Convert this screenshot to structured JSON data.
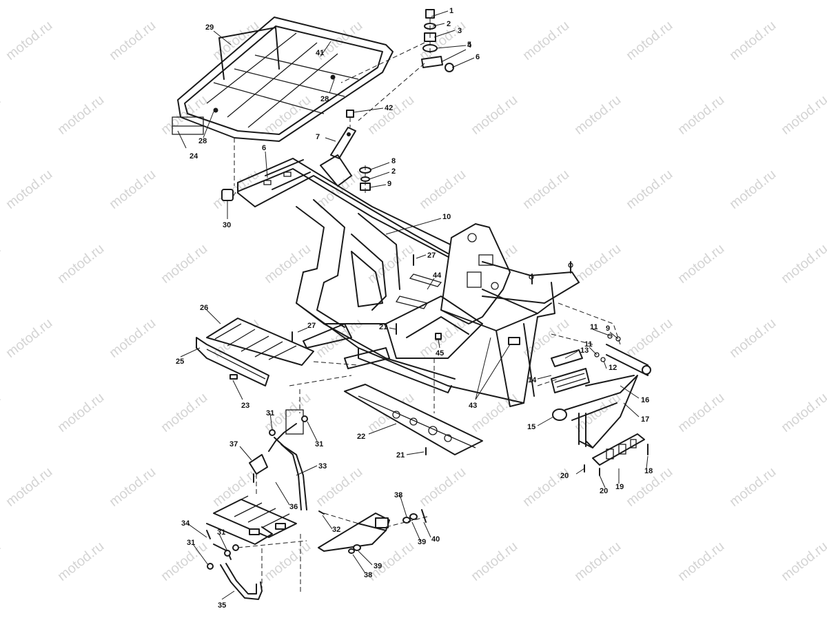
{
  "watermark": "motod.ru",
  "callouts": {
    "c1": "1",
    "c2a": "2",
    "c3": "3",
    "c4": "4",
    "c5": "5",
    "c6a": "6",
    "c7": "7",
    "c8": "8",
    "c2b": "2",
    "c9a": "9",
    "c6b": "6",
    "c10": "10",
    "c29": "29",
    "c41": "41",
    "c28a": "28",
    "c28b": "28",
    "c24": "24",
    "c42": "42",
    "c30": "30",
    "c27a": "27",
    "c44": "44",
    "c26": "26",
    "c27b": "27",
    "c21a": "21",
    "c45": "45",
    "c25": "25",
    "c23": "23",
    "c22": "22",
    "c21b": "21",
    "c43": "43",
    "c11a": "11",
    "c9b": "9",
    "c11b": "11",
    "c13": "13",
    "c12": "12",
    "c14": "14",
    "c16": "16",
    "c15": "15",
    "c17": "17",
    "c20a": "20",
    "c20b": "20",
    "c19": "19",
    "c18": "18",
    "c31a": "31",
    "c31b": "31",
    "c37": "37",
    "c33": "33",
    "c36": "36",
    "c34": "34",
    "c31c": "31",
    "c31d": "31",
    "c35": "35",
    "c32": "32",
    "c38a": "38",
    "c40": "40",
    "c39a": "39",
    "c39b": "39",
    "c38b": "38"
  }
}
